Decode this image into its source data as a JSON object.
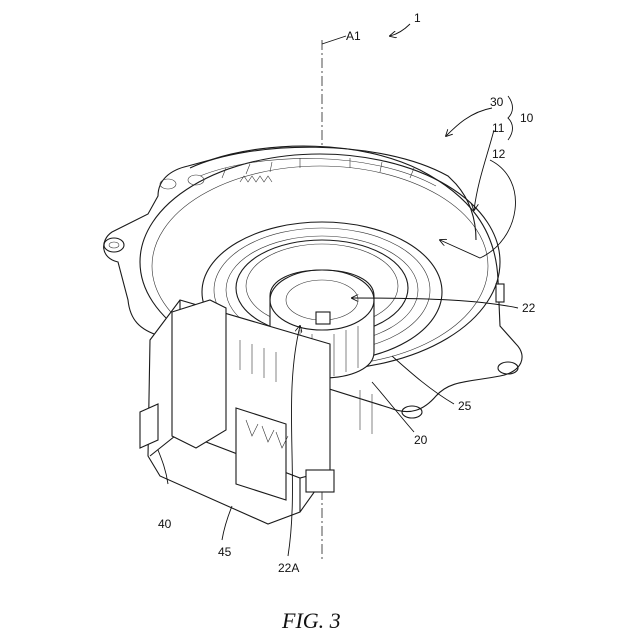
{
  "figure": {
    "caption": "FIG. 3",
    "reference_labels": {
      "ref_1": "1",
      "ref_a1": "A1",
      "ref_30": "30",
      "ref_10": "10",
      "ref_11": "11",
      "ref_12": "12",
      "ref_22": "22",
      "ref_25": "25",
      "ref_20": "20",
      "ref_40": "40",
      "ref_45": "45",
      "ref_22a": "22A"
    }
  }
}
